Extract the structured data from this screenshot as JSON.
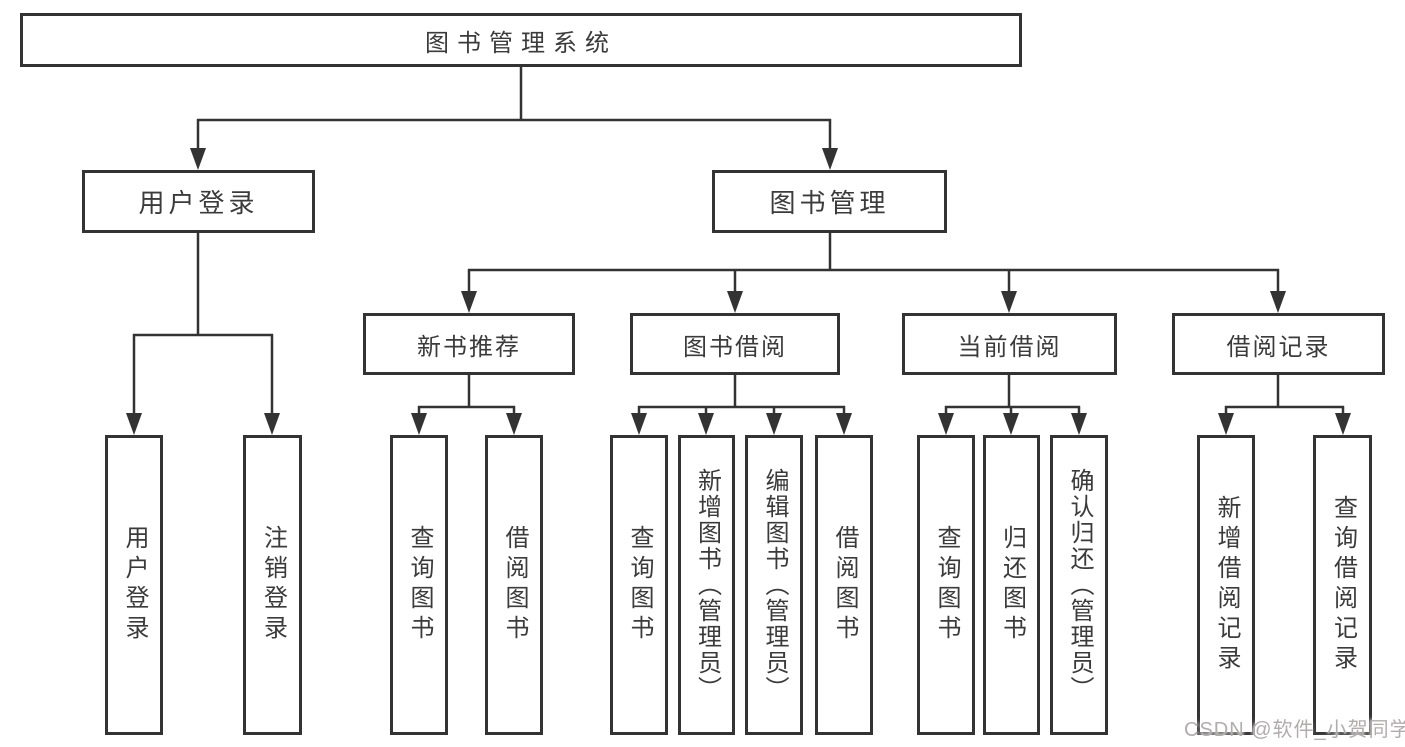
{
  "diagram": {
    "root": {
      "label": "图书管理系统"
    },
    "branches": [
      {
        "label": "用户登录",
        "children": [
          {
            "label": "用户登录"
          },
          {
            "label": "注销登录"
          }
        ]
      },
      {
        "label": "图书管理",
        "groups": [
          {
            "label": "新书推荐",
            "children": [
              {
                "label": "查询图书"
              },
              {
                "label": "借阅图书"
              }
            ]
          },
          {
            "label": "图书借阅",
            "children": [
              {
                "label": "查询图书"
              },
              {
                "label": "新增图书（管理员）"
              },
              {
                "label": "编辑图书（管理员）"
              },
              {
                "label": "借阅图书"
              }
            ]
          },
          {
            "label": "当前借阅",
            "children": [
              {
                "label": "查询图书"
              },
              {
                "label": "归还图书"
              },
              {
                "label": "确认归还（管理员）"
              }
            ]
          },
          {
            "label": "借阅记录",
            "children": [
              {
                "label": "新增借阅记录"
              },
              {
                "label": "查询借阅记录"
              }
            ]
          }
        ]
      }
    ]
  },
  "watermark": {
    "text": "CSDN @软件_小贺同学"
  },
  "colors": {
    "line": "#333333",
    "text": "#3b3b3b",
    "watermark": "#b3acac",
    "background": "#ffffff"
  }
}
